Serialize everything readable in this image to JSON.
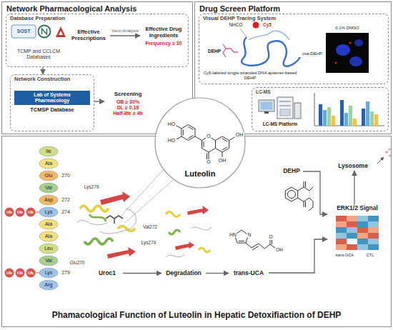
{
  "diagram": {
    "nodes": [
      {
        "text": [
          "Network Pharmacological Analysis"
        ]
      },
      {
        "text": [
          "Database Preparation"
        ],
        "in": 0
      },
      {
        "text": [
          "TCMP and CCLCM Databases"
        ],
        "in": 1
      },
      {
        "text": [
          "Effective Prescriptions"
        ],
        "in": 1
      },
      {
        "text": [
          "Effective Drug Ingredients",
          "Frequency ≥ 10"
        ],
        "in": 1
      },
      {
        "text": [
          "Network Construction"
        ],
        "in": 0
      },
      {
        "text": [
          "Lab of Systems Pharmacology",
          "TCMSP Database"
        ],
        "in": 5
      },
      {
        "text": [
          "Screening",
          "OB ≥ 30%",
          "DL ≥ 0.18",
          "Half-life ≥ 4h"
        ],
        "in": 0
      },
      {
        "text": [
          "Drug Screen Platform"
        ]
      },
      {
        "text": [
          "Visual DEHP Tracing System"
        ],
        "in": 8
      },
      {
        "text": [
          "LC-MS"
        ],
        "in": 8
      },
      {
        "text": [
          "Luteolin"
        ]
      },
      {
        "text": [
          "Phamacological Function of Luteolin in Hepatic Detoxifiaction of DEHP"
        ]
      },
      {
        "text": [
          "Uroc1"
        ],
        "in": 12
      },
      {
        "text": [
          "Degradation"
        ],
        "in": 12
      },
      {
        "text": [
          "trans-UCA"
        ],
        "in": 12
      },
      {
        "text": [
          "DEHP"
        ],
        "in": 12
      },
      {
        "text": [
          "ERK1/2 Signal"
        ],
        "in": 12
      },
      {
        "text": [
          "Lysosome"
        ],
        "in": 12
      }
    ],
    "edges": [
      {
        "from": 1,
        "to": 5,
        "arrow": "to"
      },
      {
        "from": 3,
        "to": 4,
        "label": "Venn Analysis",
        "arrow": "to"
      },
      {
        "from": 5,
        "to": 7,
        "arrow": "to"
      },
      {
        "from": 13,
        "to": 14,
        "arrow": "to"
      },
      {
        "from": 14,
        "to": 15,
        "arrow": "to"
      },
      {
        "from": 15,
        "to": 17,
        "arrow": "to"
      },
      {
        "from": 16,
        "to": 17,
        "arrow": "to"
      },
      {
        "from": 17,
        "to": 18,
        "arrow": "to"
      }
    ],
    "labels": [
      "SOST",
      "NHCO",
      "Cy5",
      "DEHP",
      "Cy5-labeled single-stranded DNA aptamer-based DEHP",
      "0.1% DMSO",
      "csa-DEHP",
      "LC-MS Platform",
      "HO",
      "HO",
      "O",
      "OH",
      "O",
      "OH",
      "Ile",
      "Ala",
      "Glu",
      "Val",
      "Asp",
      "Lys",
      "Ala",
      "Ala",
      "Leu",
      "Val",
      "Lys",
      "Arg",
      "270",
      "272",
      "274",
      "279",
      "Ub",
      "Ub",
      "Ub",
      "Ub",
      "Ub",
      "Ub",
      "Lys279",
      "Lys274",
      "Val272",
      "Glu270",
      "HN",
      "N",
      "O",
      "OH",
      "trans-UCA",
      "CTL"
    ]
  }
}
